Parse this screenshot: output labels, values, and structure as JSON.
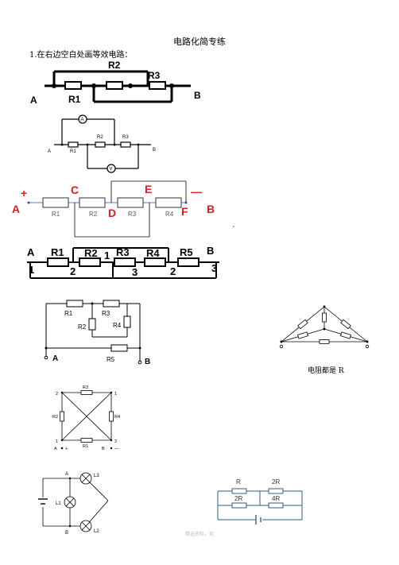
{
  "title": "电路化简专练",
  "question1": "1.在右边空白处画等效电路：",
  "tick_mark": "`",
  "fig7_caption": "电阻都是 R",
  "footer": "精选资料，欢",
  "fig1": {
    "r1": "R1",
    "r2": "R2",
    "r3": "R3",
    "a": "A",
    "b": "B"
  },
  "fig2": {
    "ammeter": "A",
    "voltmeter": "V",
    "r1": "R1",
    "r2": "R2",
    "r3": "R3",
    "a": "A",
    "b": "B"
  },
  "fig3": {
    "plus": "+",
    "minus": "—",
    "a": "A",
    "b": "B",
    "c": "C",
    "d": "D",
    "e": "E",
    "f": "F",
    "r1": "R1",
    "r2": "R2",
    "r3": "R3",
    "r4": "R4"
  },
  "fig4": {
    "a": "A",
    "b": "B",
    "r1": "R1",
    "r2": "R2",
    "r3": "R3",
    "r4": "R4",
    "r5": "R5",
    "n1a": "1",
    "n1b": "1",
    "n2a": "2",
    "n2b": "2",
    "n3a": "3",
    "n3b": "3"
  },
  "fig5": {
    "r1": "R1",
    "r2": "R2",
    "r3": "R3",
    "r4": "R4",
    "r5": "R5",
    "a": "A",
    "b": "B"
  },
  "fig6": {
    "r1": "R1",
    "r2": "R2",
    "r3": "R3",
    "r4": "R4",
    "n2t": "2",
    "n1t": "1",
    "n1b": "1",
    "n2b": "2",
    "a": "A",
    "b": "B",
    "plus": "+",
    "minus": "—"
  },
  "fig8": {
    "a": "A",
    "b": "B",
    "l1": "L1",
    "l2": "L2",
    "l3": "L3"
  },
  "fig9": {
    "r": "R",
    "r2a": "2R",
    "r2b": "2R",
    "r4": "4R"
  }
}
